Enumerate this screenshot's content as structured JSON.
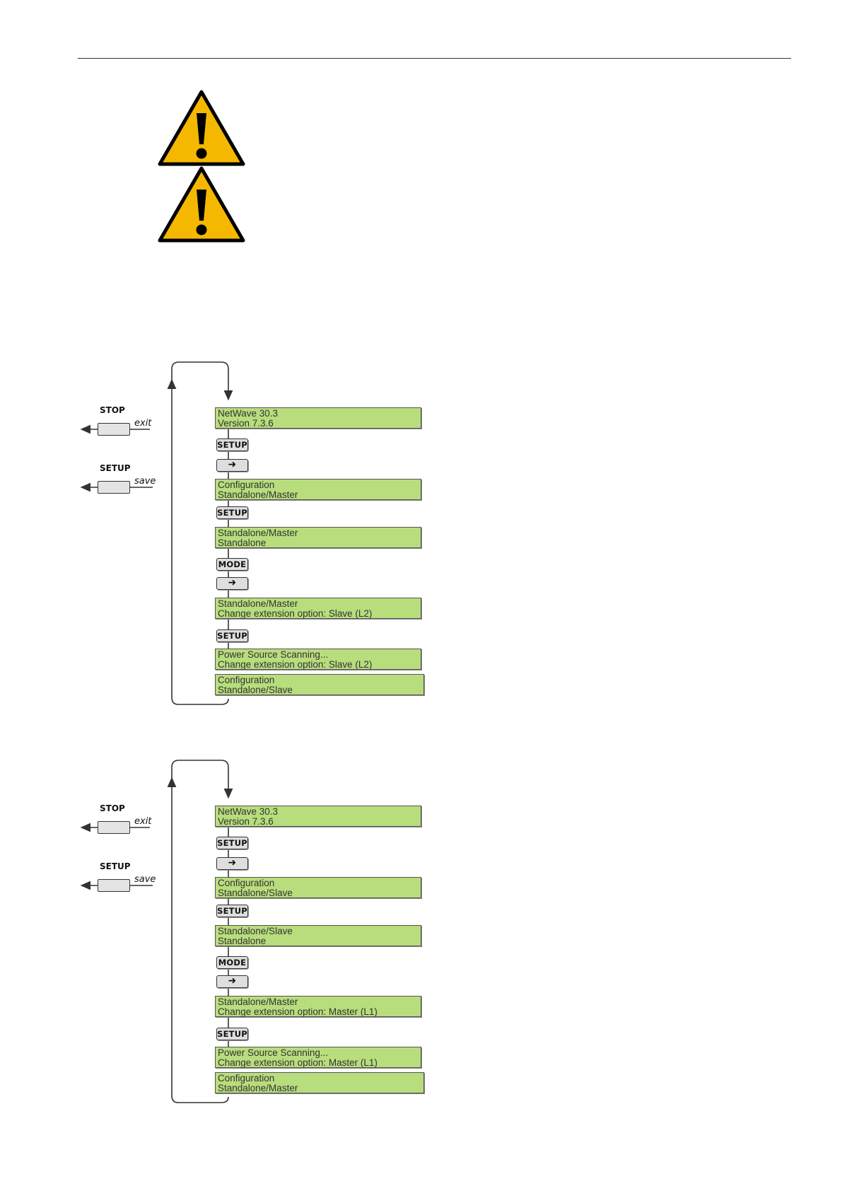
{
  "warning_icons": [
    "warning-triangle-icon",
    "warning-triangle-icon"
  ],
  "colors": {
    "lcd": "#b8dd7d",
    "warning": "#f5b800",
    "key": "#dedede"
  },
  "diagrams": [
    {
      "side": {
        "stop_label": "STOP",
        "stop_action": "exit",
        "setup_label": "SETUP",
        "setup_action": "save"
      },
      "screens": [
        [
          "NetWave 30.3",
          "Version 7.3.6"
        ],
        [
          "Configuration",
          "Standalone/Master"
        ],
        [
          "Standalone/Master",
          "Standalone"
        ],
        [
          "Standalone/Master",
          "Change extension option: Slave (L2)"
        ],
        [
          "Power Source Scanning...",
          "Change extension option: Slave (L2)"
        ],
        [
          "Configuration",
          "Standalone/Slave"
        ]
      ],
      "keys": {
        "setup": "SETUP",
        "mode": "MODE",
        "enter": "➜"
      }
    },
    {
      "side": {
        "stop_label": "STOP",
        "stop_action": "exit",
        "setup_label": "SETUP",
        "setup_action": "save"
      },
      "screens": [
        [
          "NetWave 30.3",
          "Version 7.3.6"
        ],
        [
          "Configuration",
          "Standalone/Slave"
        ],
        [
          "Standalone/Slave",
          "Standalone"
        ],
        [
          "Standalone/Master",
          "Change extension option: Master (L1)"
        ],
        [
          "Power Source Scanning...",
          "Change extension option: Master (L1)"
        ],
        [
          "Configuration",
          "Standalone/Master"
        ]
      ],
      "keys": {
        "setup": "SETUP",
        "mode": "MODE",
        "enter": "➜"
      }
    }
  ]
}
